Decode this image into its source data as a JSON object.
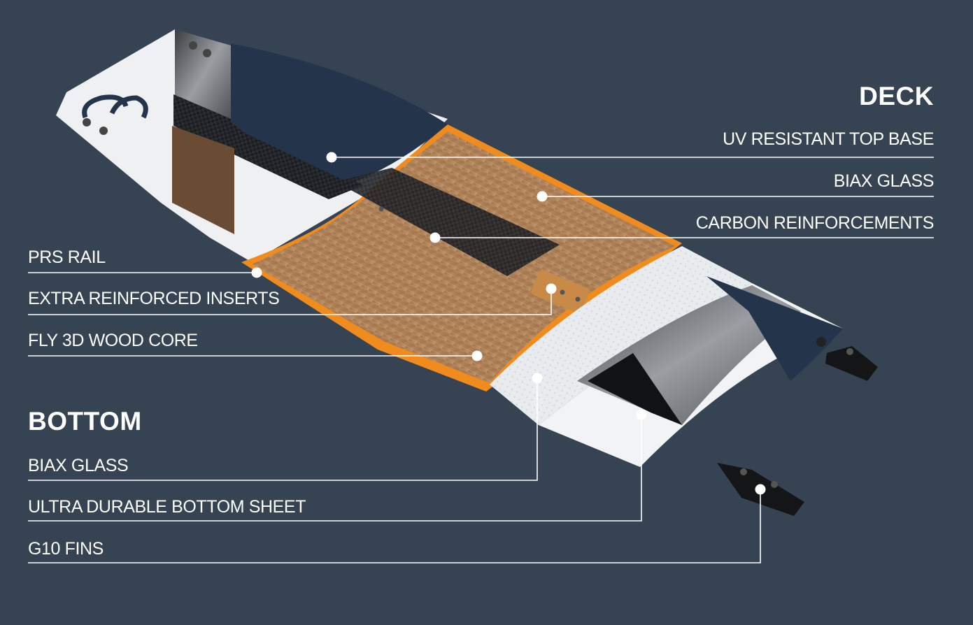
{
  "deck": {
    "heading": "DECK",
    "layers": [
      "UV RESISTANT TOP BASE",
      "BIAX GLASS",
      "CARBON REINFORCEMENTS"
    ]
  },
  "rail_core": {
    "layers": [
      "PRS RAIL",
      "EXTRA REINFORCED INSERTS",
      "FLY 3D WOOD CORE"
    ]
  },
  "bottom": {
    "heading": "BOTTOM",
    "layers": [
      "BIAX GLASS",
      "ULTRA DURABLE BOTTOM SHEET",
      "G10 FINS"
    ]
  },
  "colors": {
    "background": "#354353",
    "label": "#ffffff",
    "rail_orange": "#f08c1e",
    "top_base_navy": "#24344a",
    "wood": "#a87b55"
  },
  "icons": [
    "brand-logo-icon",
    "fin-icon"
  ]
}
